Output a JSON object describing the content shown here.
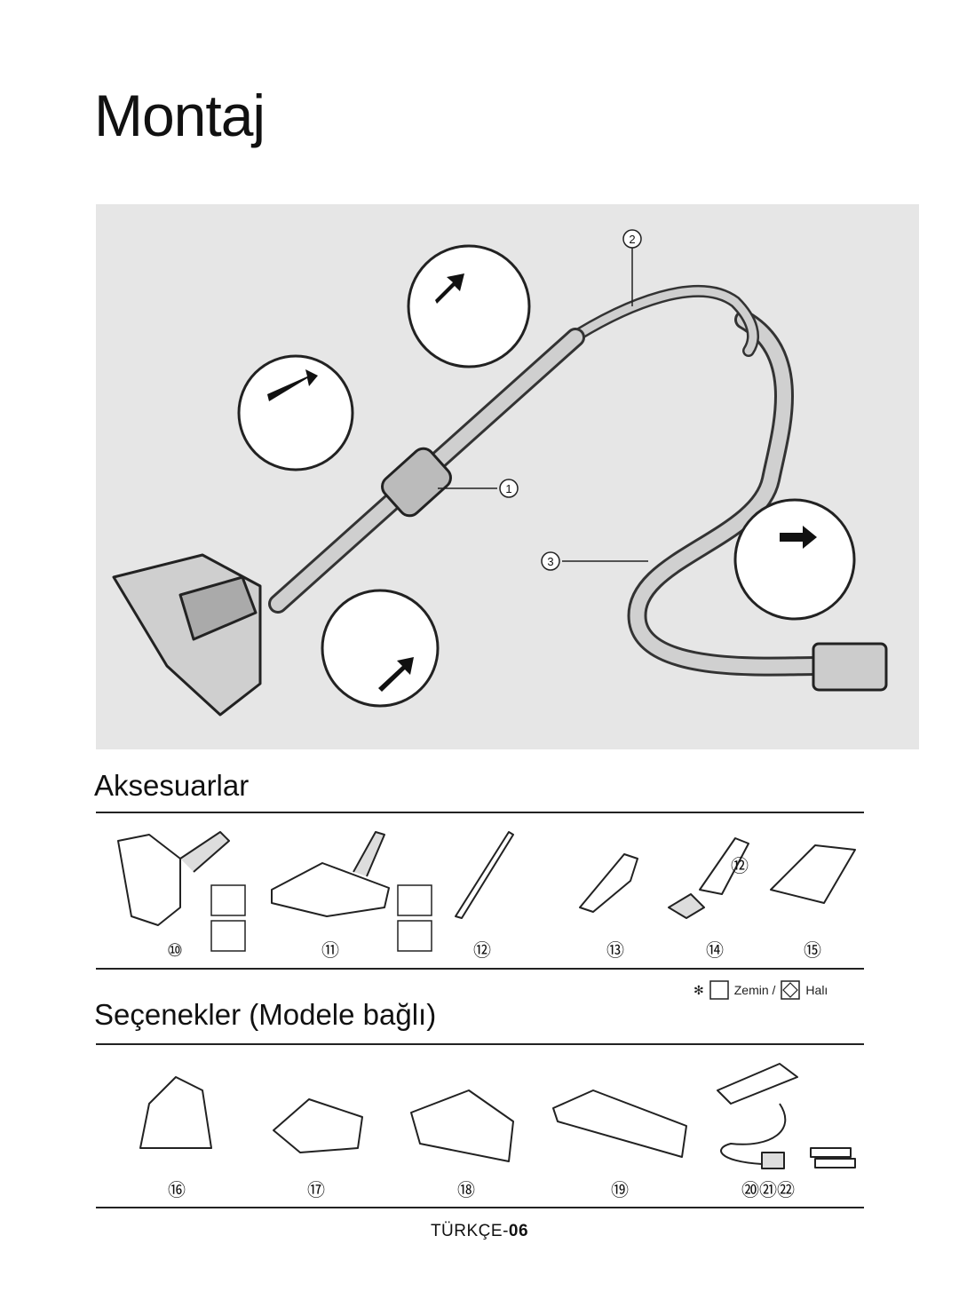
{
  "page": {
    "title": "Montaj"
  },
  "assembly": {
    "callouts": [
      "1",
      "2",
      "3"
    ]
  },
  "accessories": {
    "heading": "Aksesuarlar",
    "items": [
      "⑩",
      "⑪",
      "⑫",
      "⑬",
      "⑭",
      "⑮"
    ],
    "inner_label": "⑫",
    "legend": {
      "marker": "✻",
      "floor": "Zemin /",
      "carpet": "Halı"
    }
  },
  "options": {
    "heading": "Seçenekler (Modele bağlı)",
    "items": [
      "⑯",
      "⑰",
      "⑱",
      "⑲",
      "⑳㉑㉒"
    ]
  },
  "footer": {
    "language": "TÜRKÇE-",
    "page_number": "06"
  },
  "colors": {
    "panel_bg": "#e6e6e6",
    "ink": "#111111"
  }
}
